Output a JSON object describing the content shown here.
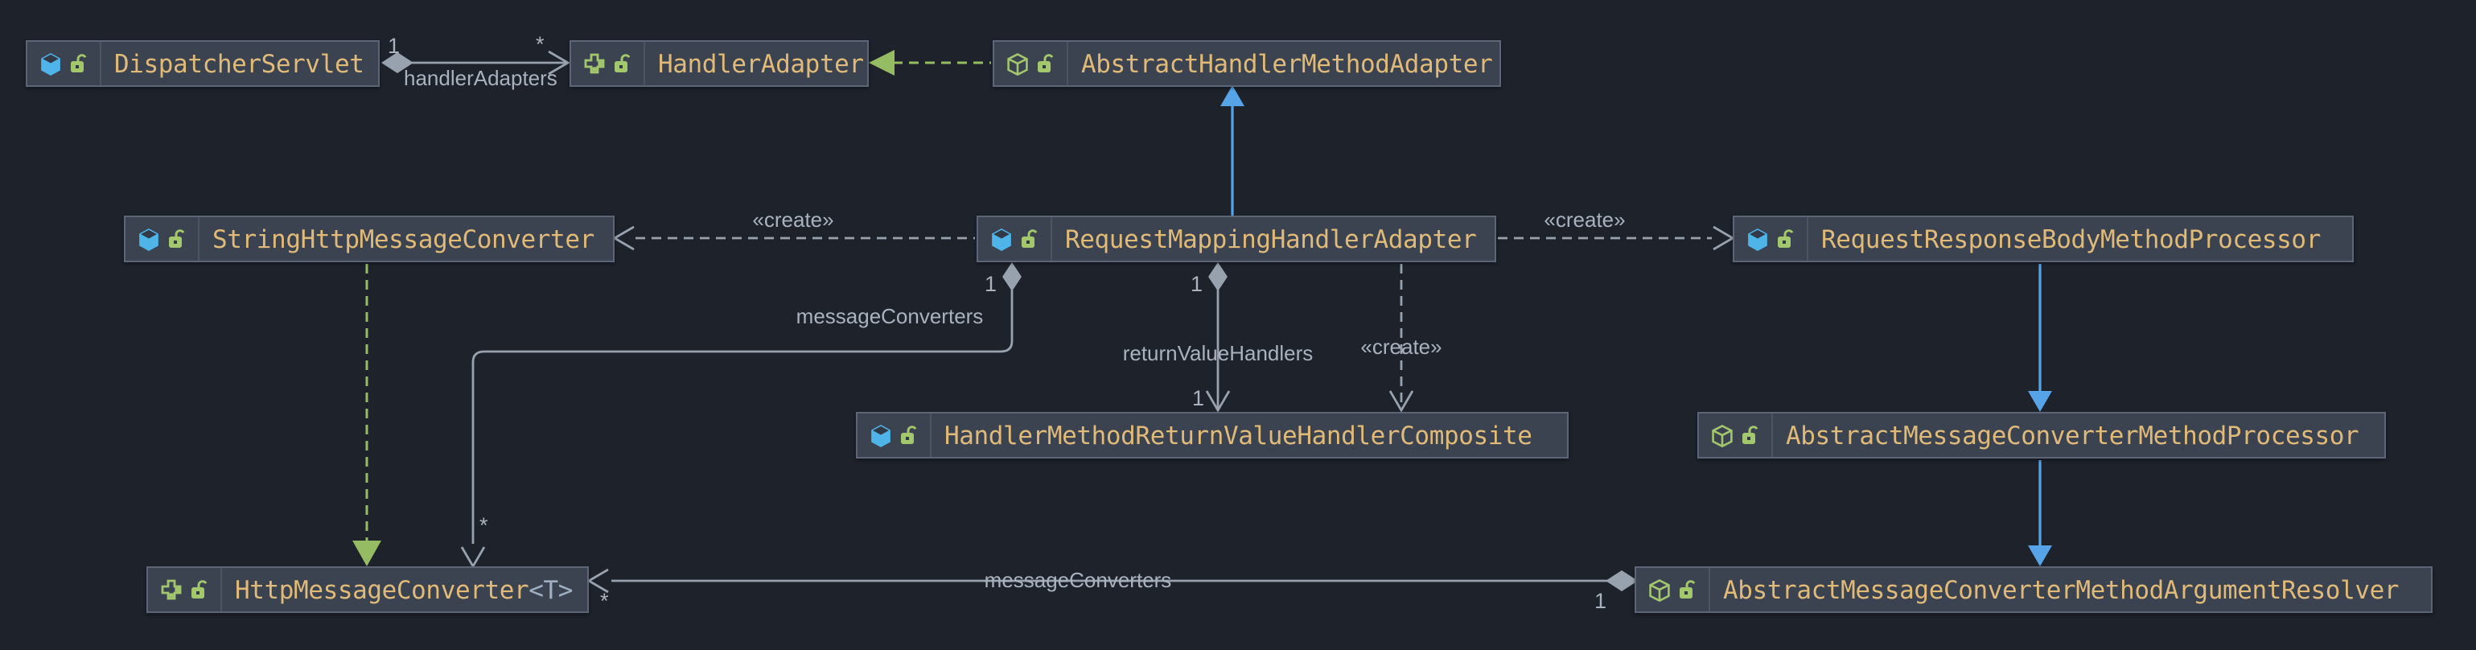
{
  "diagram": {
    "title": "Spring MVC RequestMappingHandlerAdapter UML class diagram",
    "nodes": [
      {
        "id": "dispatcher-servlet",
        "label": "DispatcherServlet",
        "kind": "class",
        "visibility": "public-unlocked"
      },
      {
        "id": "handler-adapter",
        "label": "HandlerAdapter",
        "kind": "interface",
        "visibility": "public-unlocked"
      },
      {
        "id": "abstract-handler-method-adapter",
        "label": "AbstractHandlerMethodAdapter",
        "kind": "abstract-class",
        "visibility": "public-unlocked"
      },
      {
        "id": "string-http-message-converter",
        "label": "StringHttpMessageConverter",
        "kind": "class",
        "visibility": "public-unlocked"
      },
      {
        "id": "request-mapping-handler-adapter",
        "label": "RequestMappingHandlerAdapter",
        "kind": "class",
        "visibility": "public-unlocked"
      },
      {
        "id": "request-response-body-method-processor",
        "label": "RequestResponseBodyMethodProcessor",
        "kind": "class",
        "visibility": "public-unlocked"
      },
      {
        "id": "handler-method-return-value-handler-composite",
        "label": "HandlerMethodReturnValueHandlerComposite",
        "kind": "class",
        "visibility": "public-unlocked"
      },
      {
        "id": "abstract-message-converter-method-processor",
        "label": "AbstractMessageConverterMethodProcessor",
        "kind": "abstract-class",
        "visibility": "public-unlocked"
      },
      {
        "id": "http-message-converter",
        "label": "HttpMessageConverter",
        "generic": "<T>",
        "kind": "interface",
        "visibility": "public-unlocked"
      },
      {
        "id": "abstract-message-converter-method-argument-resolver",
        "label": "AbstractMessageConverterMethodArgumentResolver",
        "kind": "abstract-class",
        "visibility": "public-unlocked"
      }
    ],
    "edges": [
      {
        "from": "DispatcherServlet",
        "to": "HandlerAdapter",
        "type": "aggregation",
        "label": "handlerAdapters",
        "source_multiplicity": "1",
        "target_multiplicity": "*"
      },
      {
        "from": "AbstractHandlerMethodAdapter",
        "to": "HandlerAdapter",
        "type": "implements"
      },
      {
        "from": "RequestMappingHandlerAdapter",
        "to": "AbstractHandlerMethodAdapter",
        "type": "extends"
      },
      {
        "from": "RequestMappingHandlerAdapter",
        "to": "StringHttpMessageConverter",
        "type": "create-dependency",
        "label": "«create»"
      },
      {
        "from": "RequestMappingHandlerAdapter",
        "to": "RequestResponseBodyMethodProcessor",
        "type": "create-dependency",
        "label": "«create»"
      },
      {
        "from": "RequestMappingHandlerAdapter",
        "to": "HandlerMethodReturnValueHandlerComposite",
        "type": "aggregation",
        "label": "returnValueHandlers",
        "source_multiplicity": "1",
        "target_multiplicity": "1"
      },
      {
        "from": "RequestMappingHandlerAdapter",
        "to": "HandlerMethodReturnValueHandlerComposite",
        "type": "create-dependency",
        "label": "«create»"
      },
      {
        "from": "RequestMappingHandlerAdapter",
        "to": "HttpMessageConverter<T>",
        "type": "aggregation",
        "label": "messageConverters",
        "source_multiplicity": "1",
        "target_multiplicity": "*"
      },
      {
        "from": "StringHttpMessageConverter",
        "to": "HttpMessageConverter<T>",
        "type": "implements"
      },
      {
        "from": "RequestResponseBodyMethodProcessor",
        "to": "AbstractMessageConverterMethodProcessor",
        "type": "extends"
      },
      {
        "from": "AbstractMessageConverterMethodProcessor",
        "to": "AbstractMessageConverterMethodArgumentResolver",
        "type": "extends"
      },
      {
        "from": "AbstractMessageConverterMethodArgumentResolver",
        "to": "HttpMessageConverter<T>",
        "type": "aggregation",
        "label": "messageConverters",
        "source_multiplicity": "1",
        "target_multiplicity": "*"
      }
    ],
    "edge_labels": [
      {
        "name": "handler-adapters-source-mult",
        "text": "1"
      },
      {
        "name": "handler-adapters-target-mult",
        "text": "*"
      },
      {
        "name": "handler-adapters-label",
        "text": "handlerAdapters"
      },
      {
        "name": "create-left-label",
        "text": "«create»"
      },
      {
        "name": "create-right-label",
        "text": "«create»"
      },
      {
        "name": "create-down-label",
        "text": "«create»"
      },
      {
        "name": "message-converters-top-source-mult",
        "text": "1"
      },
      {
        "name": "message-converters-top-label",
        "text": "messageConverters"
      },
      {
        "name": "message-converters-top-target-mult",
        "text": "*"
      },
      {
        "name": "return-value-handlers-source-mult",
        "text": "1"
      },
      {
        "name": "return-value-handlers-label",
        "text": "returnValueHandlers"
      },
      {
        "name": "return-value-handlers-target-mult",
        "text": "1"
      },
      {
        "name": "message-converters-bottom-label",
        "text": "messageConverters"
      },
      {
        "name": "message-converters-bottom-target-mult",
        "text": "*"
      },
      {
        "name": "message-converters-bottom-source-mult",
        "text": "1"
      }
    ],
    "colors": {
      "canvas_bg": "#1d222b",
      "node_bg": "#3b4250",
      "node_border": "#5d6676",
      "node_text": "#e0ba78",
      "generic_text": "#9fb0c2",
      "edge_gray": "#98a2ae",
      "label_gray": "#a9b2be",
      "extends_blue": "#57a3e8",
      "implements_green": "#95bc62",
      "icon_green": "#a3c76d",
      "icon_blue": "#4fb4e8"
    }
  }
}
